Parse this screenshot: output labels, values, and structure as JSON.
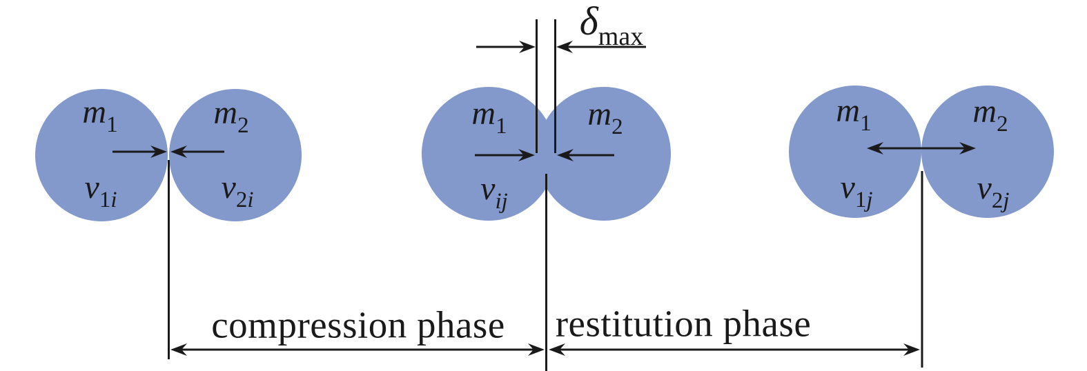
{
  "figure": {
    "background_color": "#ffffff",
    "particle_color": "#8398cb",
    "line_color": "#1a1a1a"
  },
  "labels": {
    "delta_max": {
      "base": "δ",
      "sub_roman": "max",
      "sub_italic": ""
    },
    "initial": {
      "mass1": {
        "base": "m",
        "sub_roman": "1",
        "sub_italic": ""
      },
      "mass2": {
        "base": "m",
        "sub_roman": "2",
        "sub_italic": ""
      },
      "velocity1": {
        "base": "v",
        "sub_roman": "1",
        "sub_italic": "i"
      },
      "velocity2": {
        "base": "v",
        "sub_roman": "2",
        "sub_italic": "i"
      }
    },
    "max_compression": {
      "mass1": {
        "base": "m",
        "sub_roman": "1",
        "sub_italic": ""
      },
      "mass2": {
        "base": "m",
        "sub_roman": "2",
        "sub_italic": ""
      },
      "relative_velocity": {
        "base": "v",
        "sub_roman": "",
        "sub_italic": "ij"
      }
    },
    "final": {
      "mass1": {
        "base": "m",
        "sub_roman": "1",
        "sub_italic": ""
      },
      "mass2": {
        "base": "m",
        "sub_roman": "2",
        "sub_italic": ""
      },
      "velocity1": {
        "base": "v",
        "sub_roman": "1",
        "sub_italic": "j"
      },
      "velocity2": {
        "base": "v",
        "sub_roman": "2",
        "sub_italic": "j"
      }
    },
    "phases": {
      "compression": "compression phase",
      "restitution": "restitution phase"
    }
  }
}
